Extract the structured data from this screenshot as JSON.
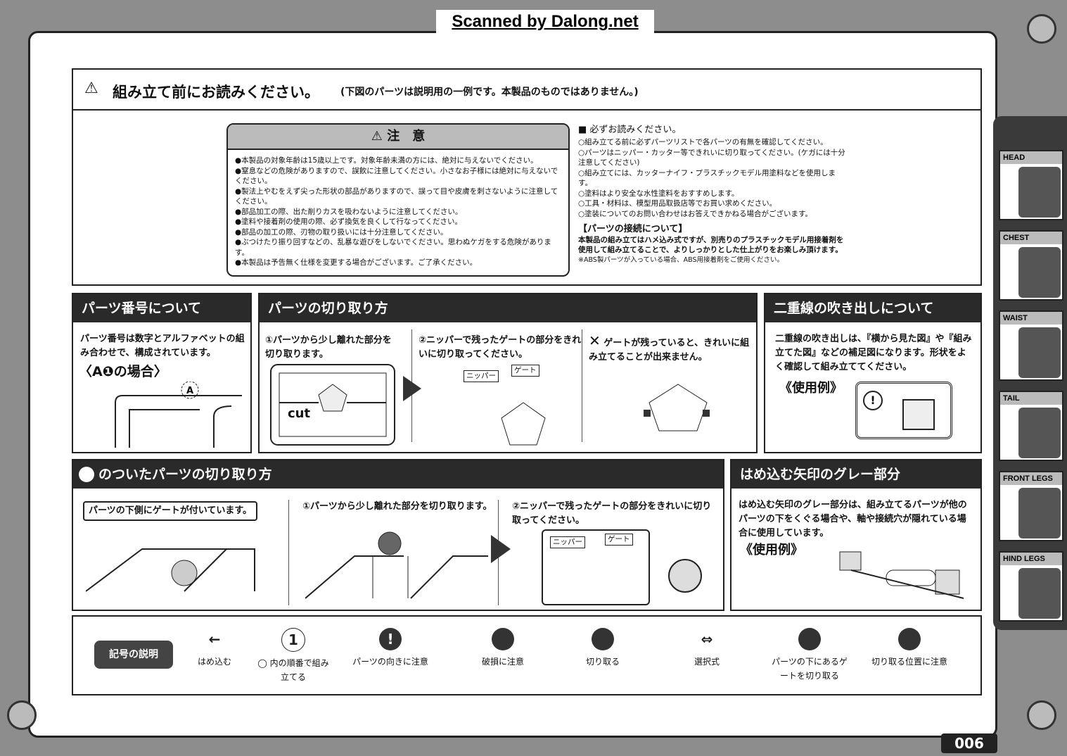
{
  "watermark": "Scanned by Dalong.net",
  "header": {
    "title": "組み立て前にお読みください。",
    "note": "(下図のパーツは説明用の一例です。本製品のものではありません。)"
  },
  "caution": {
    "title": "注　意",
    "items": [
      "●本製品の対象年齢は15歳以上です。対象年齢未満の方には、絶対に与えないでください。",
      "●窒息などの危険がありますので、誤飲に注意してください。小さなお子様には絶対に与えないでください。",
      "●製法上やむをえず尖った形状の部品がありますので、誤って目や皮膚を刺さないように注意してください。",
      "●部品加工の際、出た削りカスを吸わないように注意してください。",
      "●塗料や接着剤の使用の際、必ず換気を良くして行なってください。",
      "●部品の加工の際、刃物の取り扱いには十分注意してください。",
      "●ぶつけたり振り回すなどの、乱暴な遊びをしないでください。思わぬケガをする危険があります。",
      "●本製品は予告無く仕様を変更する場合がございます。ご了承ください。"
    ]
  },
  "mustread": {
    "title": "■ 必ずお読みください。",
    "items": [
      "○組み立てる前に必ずパーツリストで各パーツの有無を確認してください。",
      "○パーツはニッパー・カッター等できれいに切り取ってください。(ケガには十分注意してください)",
      "○組み立てには、カッターナイフ・プラスチックモデル用塗料などを使用します。",
      "○塗料はより安全な水性塗料をおすすめします。",
      "○工具・材料は、模型用品取扱店等でお買い求めください。",
      "○塗装についてのお問い合わせはお答えできかねる場合がございます。"
    ],
    "conn_title": "【パーツの接続について】",
    "conn_text": "本製品の組み立てはハメ込み式ですが、別売りのプラスチックモデル用接着剤を使用して組み立てることで、よりしっかりとした仕上がりをお楽しみ頂けます。",
    "conn_note": "※ABS製パーツが入っている場合、ABS用接着剤をご使用ください。"
  },
  "partnum": {
    "title": "パーツ番号について",
    "text": "パーツ番号は数字とアルファベットの組み合わせで、構成されています。",
    "example": "〈A❶の場合〉"
  },
  "cutting": {
    "title": "パーツの切り取り方",
    "step1": "①パーツから少し離れた部分を切り取ります。",
    "step2": "②ニッパーで残ったゲートの部分をきれいに切り取ってください。",
    "step3": "ゲートが残っていると、きれいに組み立てることが出来ません。",
    "cut": "cut",
    "nipper": "ニッパー",
    "gate": "ゲート"
  },
  "double": {
    "title": "二重線の吹き出しについて",
    "text": "二重線の吹き出しは、『横から見た図』や『組み立てた図』などの補足図になります。形状をよく確認して組み立ててください。",
    "example": "《使用例》"
  },
  "undercut": {
    "title": "のついたパーツの切り取り方",
    "callout": "パーツの下側にゲートが付いています。",
    "step1": "①パーツから少し離れた部分を切り取ります。",
    "step2": "②ニッパーで残ったゲートの部分をきれいに切り取ってください。",
    "nipper": "ニッパー",
    "gate": "ゲート"
  },
  "grey": {
    "title": "はめ込む矢印のグレー部分",
    "text": "はめ込む矢印のグレー部分は、組み立てるパーツが他のパーツの下をくぐる場合や、軸や接続穴が隠れている場合に使用しています。",
    "example": "《使用例》"
  },
  "legend": {
    "title": "記号の説明",
    "items": [
      {
        "label": "はめ込む",
        "icon": "arrow-left-icon"
      },
      {
        "label": "◯ 内の順番で組み立てる",
        "icon": "number-hexagon-icon",
        "glyph": "1"
      },
      {
        "label": "パーツの向きに注意",
        "icon": "exclamation-icon",
        "glyph": "!"
      },
      {
        "label": "破損に注意",
        "icon": "break-icon"
      },
      {
        "label": "切り取る",
        "icon": "nipper-icon"
      },
      {
        "label": "選択式",
        "icon": "double-arrow-icon"
      },
      {
        "label": "パーツの下にあるゲートを切り取る",
        "icon": "under-gate-icon"
      },
      {
        "label": "切り取る位置に注意",
        "icon": "cut-position-icon"
      }
    ]
  },
  "tabs": [
    "HEAD",
    "CHEST",
    "WAIST",
    "TAIL",
    "FRONT LEGS",
    "HIND LEGS"
  ],
  "page": "006"
}
